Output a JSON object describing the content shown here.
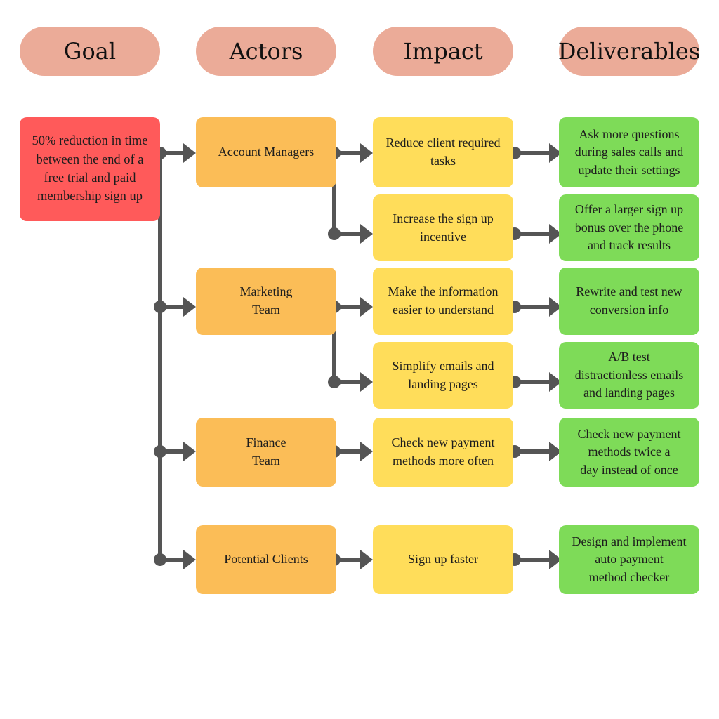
{
  "colors": {
    "header": "#EBAB98",
    "goal": "#FF5A5A",
    "actor": "#FBBD57",
    "impact": "#FFDD5A",
    "deliverable": "#7EDB58",
    "connector": "#555555"
  },
  "headers": {
    "goal": "Goal",
    "actors": "Actors",
    "impact": "Impact",
    "deliverables": "Deliverables"
  },
  "goal": "50% reduction in time between the end of a free trial and paid membership sign up",
  "actors": [
    "Account Managers",
    "Marketing\nTeam",
    "Finance\nTeam",
    "Potential Clients"
  ],
  "impacts": [
    "Reduce client required\ntasks",
    "Increase the sign up\nincentive",
    "Make the information\neasier to understand",
    "Simplify emails and\nlanding pages",
    "Check new payment\nmethods more often",
    "Sign up faster"
  ],
  "deliverables": [
    "Ask more questions\nduring sales calls and\nupdate their settings",
    "Offer a larger sign up\nbonus over the phone\nand track results",
    "Rewrite and test new\nconversion info",
    "A/B test\ndistractionless emails\nand landing pages",
    "Check new payment\nmethods twice a\nday instead of once",
    "Design and implement\nauto payment\nmethod checker"
  ]
}
